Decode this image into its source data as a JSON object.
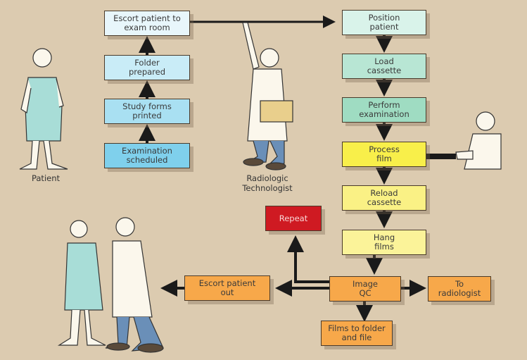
{
  "characters": {
    "patient_label": "Patient",
    "technologist_label": "Radiologic\nTechnologist"
  },
  "left_column": [
    {
      "id": "escort-to-exam",
      "label": "Escort patient to\nexam room"
    },
    {
      "id": "folder-prepared",
      "label": "Folder\nprepared"
    },
    {
      "id": "study-forms",
      "label": "Study forms\nprinted"
    },
    {
      "id": "exam-scheduled",
      "label": "Examination\nscheduled"
    }
  ],
  "right_column": [
    {
      "id": "position-patient",
      "label": "Position\npatient"
    },
    {
      "id": "load-cassette",
      "label": "Load\ncassette"
    },
    {
      "id": "perform-exam",
      "label": "Perform\nexamination"
    },
    {
      "id": "process-film",
      "label": "Process\nfilm"
    },
    {
      "id": "reload-cassette",
      "label": "Reload\ncassette"
    },
    {
      "id": "hang-films",
      "label": "Hang\nfilms"
    }
  ],
  "bottom": {
    "repeat": "Repeat",
    "image_qc": "Image\nQC",
    "to_radiologist": "To\nradiologist",
    "films_to_folder": "Films to folder\nand file",
    "escort_out": "Escort patient\nout"
  },
  "colors": {
    "background": "#dccbb0",
    "blue": "#a9e0f2",
    "green": "#b8e6d4",
    "yellow": "#f8ef4a",
    "orange": "#f7a84a",
    "red": "#cf1a22"
  }
}
